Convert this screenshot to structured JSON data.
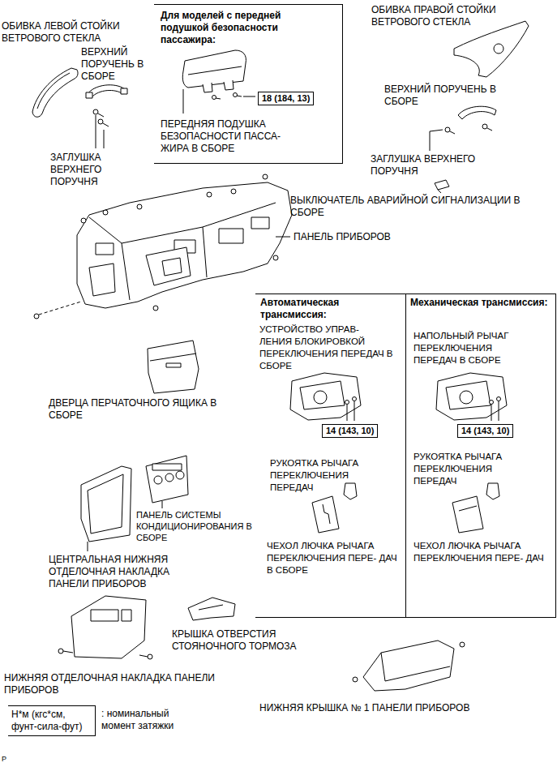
{
  "diagram": {
    "nodes": [
      {
        "text": [
          "Для моделей с передней подушкой безопасности пассажира:",
          "ПЕРЕДНЯЯ ПОДУШКА БЕЗОПАСНОСТИ ПАССА- ЖИРА В СБОРЕ"
        ]
      },
      {
        "text": [
          "18 (184, 13)"
        ],
        "in": 0
      },
      {
        "text": [
          "Автоматическая трансмиссия:",
          "УСТРОЙСТВО УПРАВ- ЛЕНИЯ БЛОКИРОВКОЙ ПЕРЕКЛЮЧЕНИЯ ПЕРЕДАЧ В СБОРЕ",
          "РУКОЯТКА РЫЧАГА ПЕРЕКЛЮЧЕНИЯ ПЕРЕДАЧ",
          "ЧЕХОЛ ЛЮЧКА РЫЧАГА ПЕРЕКЛЮЧЕНИЯ ПЕРЕ- ДАЧ В СБОРЕ"
        ]
      },
      {
        "text": [
          "14 (143, 10)"
        ],
        "in": 2
      },
      {
        "text": [
          "Механическая трансмиссия:",
          "НАПОЛЬНЫЙ РЫЧАГ ПЕРЕКЛЮЧЕНИЯ ПЕРЕДАЧ В СБОРЕ",
          "РУКОЯТКА РЫЧАГА ПЕРЕКЛЮЧЕНИЯ ПЕРЕДАЧ",
          "ЧЕХОЛ ЛЮЧКА РЫЧАГА ПЕРЕКЛЮЧЕНИЯ ПЕРЕ- ДАЧ"
        ]
      },
      {
        "text": [
          "14 (143, 10)"
        ],
        "in": 4
      },
      {
        "text": [
          "Н*м (кгс*см, фунт-сила-фут)"
        ]
      }
    ],
    "labels": [
      "ОБИВКА ЛЕВОЙ СТОЙКИ ВЕТРОВОГО СТЕКЛА",
      "ВЕРХНИЙ ПОРУЧЕНЬ В СБОРЕ",
      "ЗАГЛУШКА ВЕРХНЕГО ПОРУЧНЯ",
      "ОБИВКА ПРАВОЙ СТОЙКИ ВЕТРОВОГО СТЕКЛА",
      "ВЕРХНИЙ ПОРУЧЕНЬ В СБОРЕ",
      "ЗАГЛУШКА ВЕРХНЕГО ПОРУЧНЯ",
      "ВЫКЛЮЧАТЕЛЬ АВАРИЙНОЙ СИГНАЛИЗАЦИИ В СБОРЕ",
      "ПАНЕЛЬ ПРИБОРОВ",
      "ДВЕРЦА ПЕРЧАТОЧНОГО ЯЩИКА В СБОРЕ",
      "ПАНЕЛЬ СИСТЕМЫ КОНДИЦИОНИРОВАНИЯ В СБОРЕ",
      "ЦЕНТРАЛЬНАЯ НИЖНЯЯ ОТДЕЛОЧНАЯ НАКЛАДКА ПАНЕЛИ ПРИБОРОВ",
      "КРЫШКА ОТВЕРСТИЯ СТОЯНОЧНОГО ТОРМОЗА",
      "НИЖНЯЯ ОТДЕЛОЧНАЯ НАКЛАДКА ПАНЕЛИ ПРИБОРОВ",
      "НИЖНЯЯ КРЫШКА № 1 ПАНЕЛИ ПРИБОРОВ",
      ": номинальный момент затяжки",
      "P"
    ]
  }
}
